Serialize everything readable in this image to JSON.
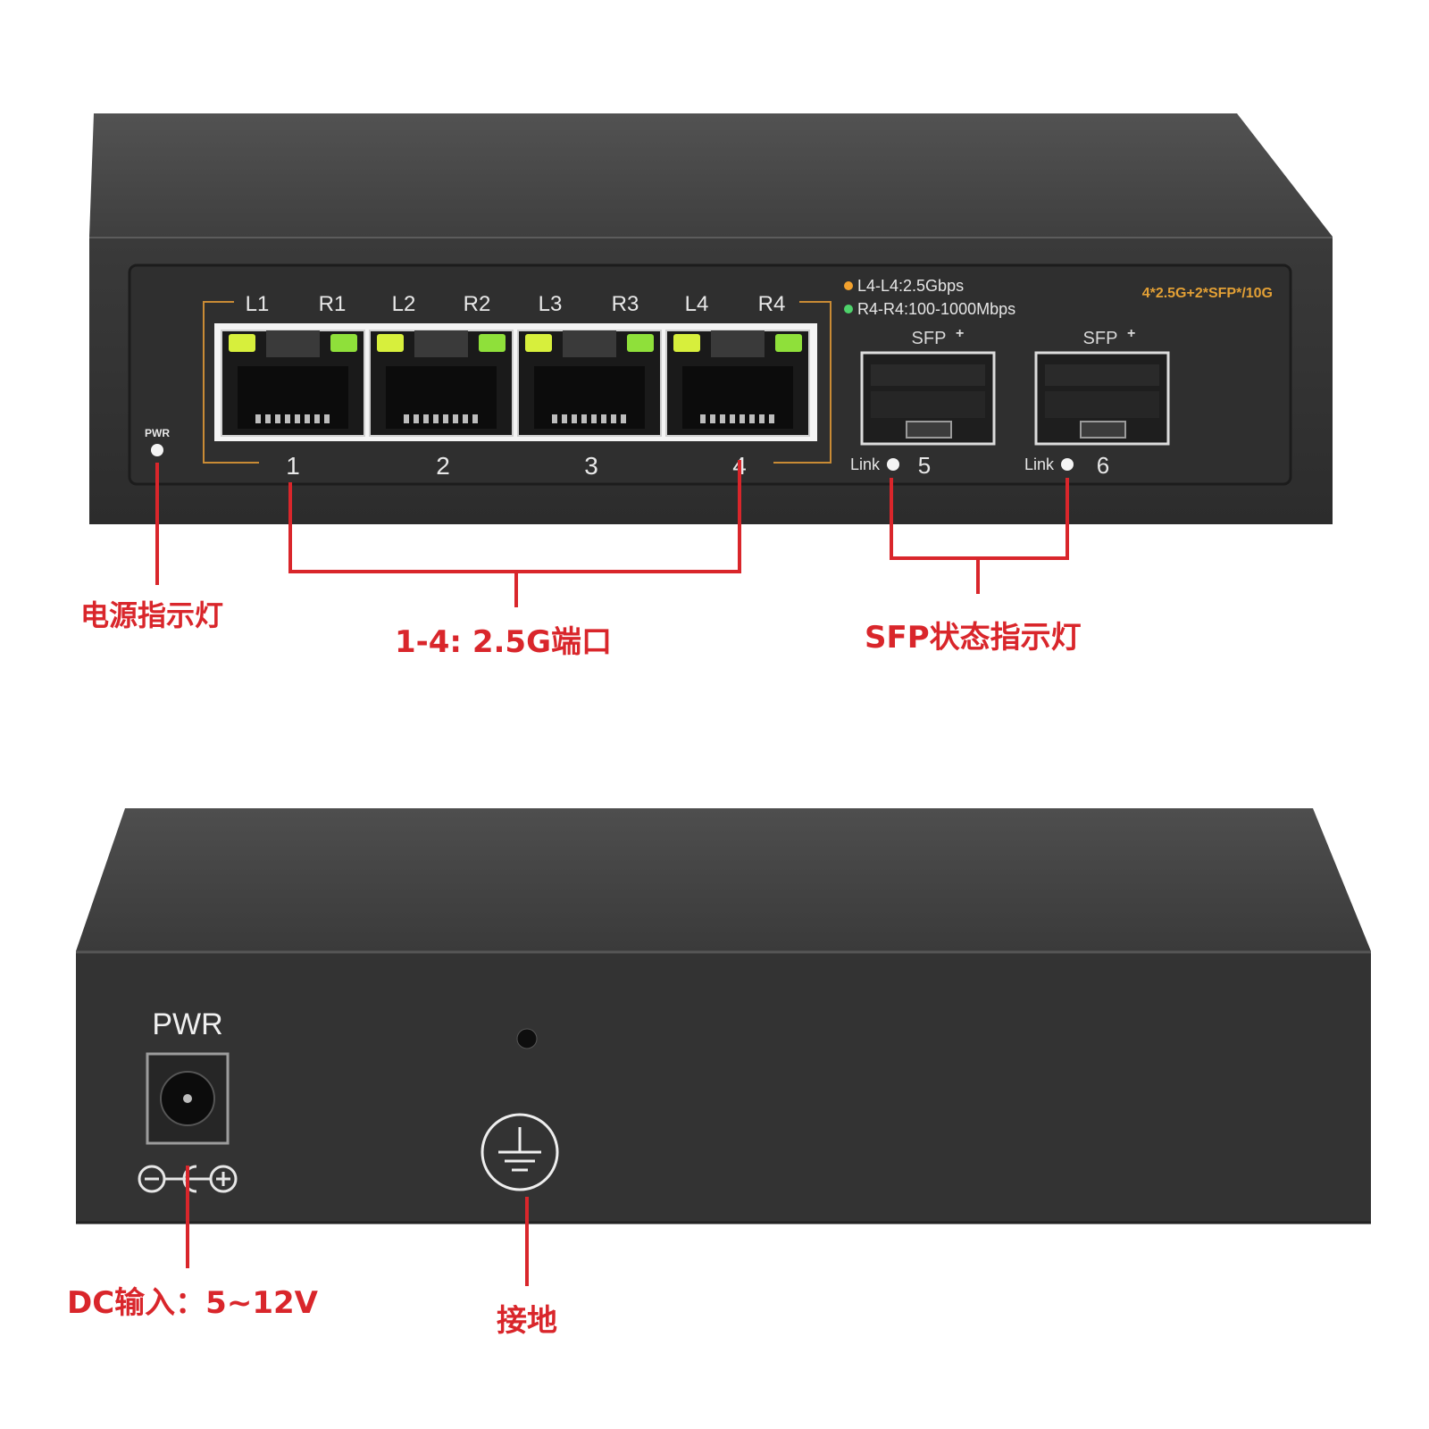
{
  "front": {
    "port_top_labels": [
      "L1",
      "R1",
      "L2",
      "R2",
      "L3",
      "R3",
      "L4",
      "R4"
    ],
    "port_numbers": [
      "1",
      "2",
      "3",
      "4"
    ],
    "pwr_label": "PWR",
    "legend_l": "L4-L4:2.5Gbps",
    "legend_r": "R4-R4:100-1000Mbps",
    "model_text": "4*2.5G+2*SFP*/10G",
    "sfp_label": "SFP",
    "sfp_ports": [
      {
        "link": "Link",
        "number": "5"
      },
      {
        "link": "Link",
        "number": "6"
      }
    ]
  },
  "back": {
    "pwr_label": "PWR"
  },
  "callouts": {
    "power_led": "电源指示灯",
    "ports_2_5g": "1-4: 2.5G端口",
    "sfp_led": "SFP状态指示灯",
    "dc_input": "DC输入：5~12V",
    "ground": "接地"
  },
  "colors": {
    "body_dark": "#3b3b3b",
    "body_top": "#4a4a4a",
    "callout_red": "#d9262b",
    "amber": "#f2a12e",
    "led_green": "#8fe03a",
    "led_yellow": "#d7ef3c"
  }
}
